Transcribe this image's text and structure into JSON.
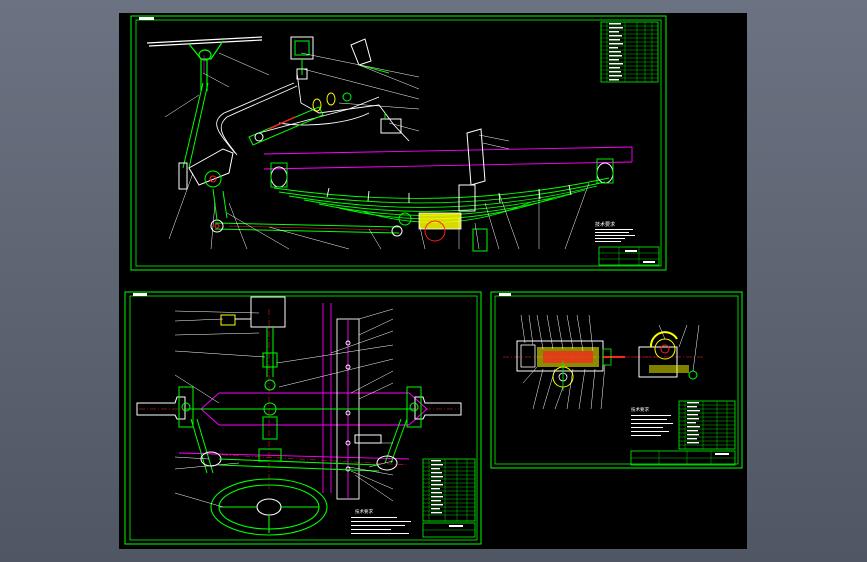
{
  "colors": {
    "background": "#000000",
    "frame": "#00ff00",
    "part_line": "#ffffff",
    "axle_line": "#ff00ff",
    "section_fill": "#ffff00",
    "accent_red": "#ff2020",
    "desktop": "#5a6270"
  },
  "sheets": [
    {
      "id": "sheet-1",
      "title": "",
      "notes_heading": "技术要求"
    },
    {
      "id": "sheet-2",
      "title": "",
      "notes_heading": "技术要求"
    },
    {
      "id": "sheet-3",
      "title": "",
      "notes_heading": "技术要求"
    }
  ]
}
